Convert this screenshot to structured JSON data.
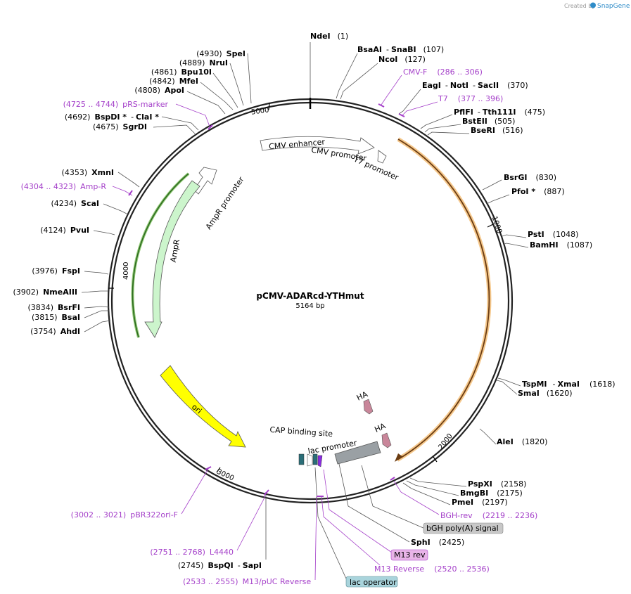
{
  "header": {
    "created_by": "Created by",
    "brand": "SnapGene"
  },
  "plasmid": {
    "name": "pCMV-ADARcd-YTHmut",
    "size_label": "5164 bp"
  },
  "ticks": [
    "1000",
    "2000",
    "3000",
    "4000",
    "5000"
  ],
  "right_sites": {
    "ndei": {
      "name": "NdeI",
      "pos": "(1)"
    },
    "bsaai": {
      "name": "BsaAI",
      "sep": "-",
      "name2": "SnaBI",
      "pos": "(107)"
    },
    "ncoi": {
      "name": "NcoI",
      "pos": "(127)"
    },
    "cmvf": {
      "label": "CMV-F",
      "range": "(286 .. 306)"
    },
    "eagi": {
      "name": "EagI",
      "sep": "-",
      "name2": "NotI",
      "sep2": "-",
      "name3": "SacII",
      "pos": "(370)"
    },
    "t7": {
      "label": "T7",
      "range": "(377 .. 396)"
    },
    "pflfi": {
      "name": "PflFI",
      "sep": "-",
      "name2": "Tth111I",
      "pos": "(475)"
    },
    "bsteii": {
      "name": "BstEII",
      "pos": "(505)"
    },
    "bseri": {
      "name": "BseRI",
      "pos": "(516)"
    },
    "bsrgi": {
      "name": "BsrGI",
      "pos": "(830)"
    },
    "pfoi": {
      "name": "PfoI *",
      "pos": "(887)"
    },
    "psti": {
      "name": "PstI",
      "pos": "(1048)"
    },
    "bamhi": {
      "name": "BamHI",
      "pos": "(1087)"
    },
    "tspmi": {
      "name": "TspMI",
      "sep": "-",
      "name2": "XmaI",
      "pos": "(1618)"
    },
    "smai": {
      "name": "SmaI",
      "pos": "(1620)"
    },
    "alei": {
      "name": "AleI",
      "pos": "(1820)"
    },
    "pspxi": {
      "name": "PspXI",
      "pos": "(2158)"
    },
    "bmgbi": {
      "name": "BmgBI",
      "pos": "(2175)"
    },
    "pmei": {
      "name": "PmeI",
      "pos": "(2197)"
    },
    "bghrev": {
      "label": "BGH-rev",
      "range": "(2219 .. 2236)"
    },
    "bghpa": {
      "label": "bGH poly(A) signal"
    },
    "sphi": {
      "name": "SphI",
      "pos": "(2425)"
    },
    "m13rev": {
      "label": "M13 rev"
    },
    "m13reverse": {
      "label": "M13 Reverse",
      "range": "(2520 .. 2536)"
    },
    "lacop": {
      "label": "lac operator"
    },
    "m13puc": {
      "label": "M13/pUC Reverse",
      "range": "(2533 .. 2555)"
    }
  },
  "left_sites": {
    "spei": {
      "name": "SpeI",
      "pos": "(4930)"
    },
    "nrui": {
      "name": "NruI",
      "pos": "(4889)"
    },
    "bpu10i": {
      "name": "Bpu10I",
      "pos": "(4861)"
    },
    "mfei": {
      "name": "MfeI",
      "pos": "(4842)"
    },
    "apoi": {
      "name": "ApoI",
      "pos": "(4808)"
    },
    "prsmarker": {
      "label": "pRS-marker",
      "range": "(4725 .. 4744)"
    },
    "bspdi": {
      "name": "BspDI *",
      "sep": "-",
      "name2": "ClaI *",
      "pos": "(4692)"
    },
    "sgrdi": {
      "name": "SgrDI",
      "pos": "(4675)"
    },
    "xmni": {
      "name": "XmnI",
      "pos": "(4353)"
    },
    "ampr": {
      "label": "Amp-R",
      "range": "(4304 .. 4323)"
    },
    "scai": {
      "name": "ScaI",
      "pos": "(4234)"
    },
    "pvui": {
      "name": "PvuI",
      "pos": "(4124)"
    },
    "fspi": {
      "name": "FspI",
      "pos": "(3976)"
    },
    "nmeaiii": {
      "name": "NmeAIII",
      "pos": "(3902)"
    },
    "bsrfi": {
      "name": "BsrFI",
      "pos": "(3834)"
    },
    "bsai": {
      "name": "BsaI",
      "pos": "(3815)"
    },
    "ahdi": {
      "name": "AhdI",
      "pos": "(3754)"
    },
    "pbr322": {
      "label": "pBR322ori-F",
      "range": "(3002 .. 3021)"
    },
    "l4440": {
      "label": "L4440",
      "range": "(2751 .. 2768)"
    },
    "bspqi": {
      "name": "BspQI",
      "sep": "-",
      "name2": "SapI",
      "pos": "(2745)"
    }
  },
  "features": {
    "cmv_enhancer": "CMV enhancer",
    "cmv_promoter": "CMV promoter",
    "t7_promoter": "T7 promoter",
    "ampr_promoter": "AmpR promoter",
    "ampr": "AmpR",
    "ori": "ori",
    "cap": "CAP binding site",
    "lac_promoter": "lac promoter",
    "ha1": "HA",
    "ha2": "HA"
  },
  "colors": {
    "primer": "#a43fc9",
    "ampr_fill": "#ccf5cc",
    "ampr_line": "#3a8a2a",
    "ori_fill": "#ffff00",
    "insert": "#f5b041",
    "lac_fill": "#9aa0a4",
    "ha_fill": "#c9869a",
    "pill_gray": "#c8c8c8",
    "pill_pink": "#e8b4e8",
    "pill_blue": "#a9d4dc",
    "snapgene_blue": "#2f8cc8"
  }
}
